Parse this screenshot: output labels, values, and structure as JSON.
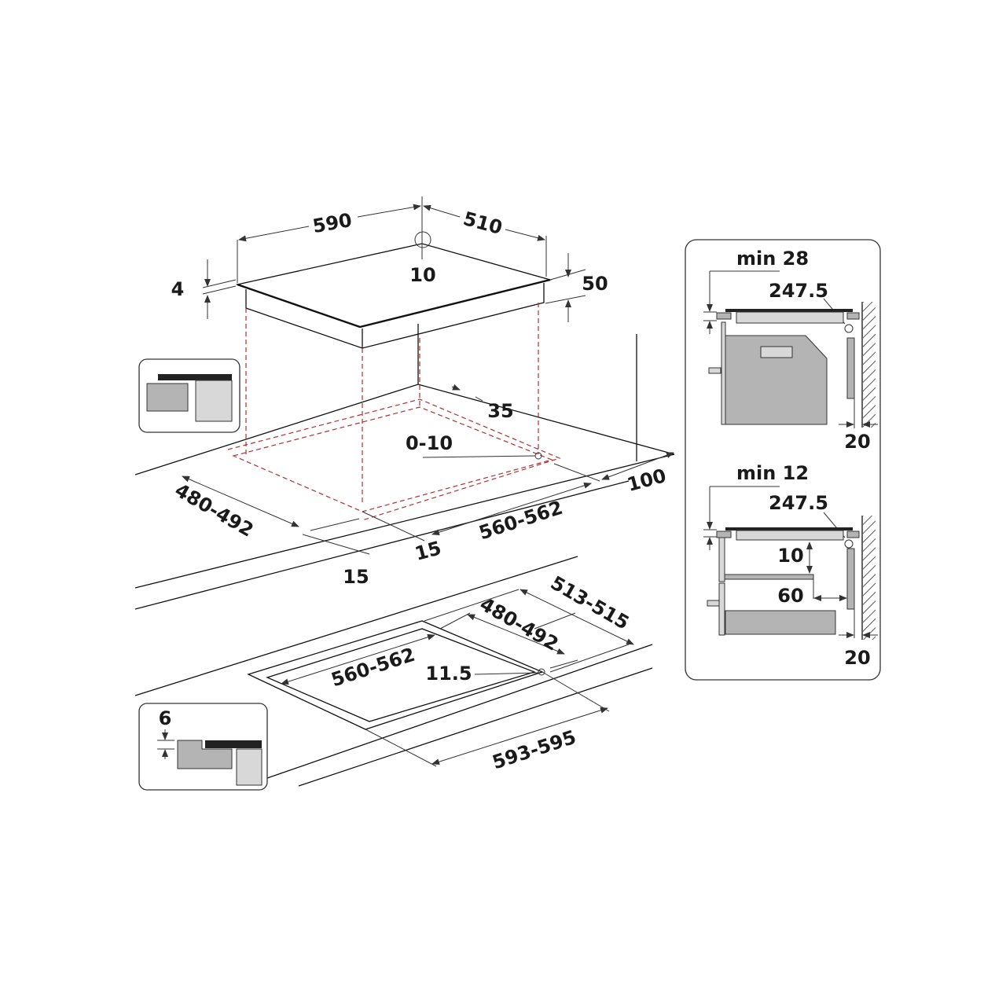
{
  "hob_view": {
    "width": "590",
    "depth": "510",
    "corner_detail": "10",
    "glass_thickness": "4",
    "height": "50"
  },
  "cutout_view": {
    "rear_clearance": "35",
    "corner_radius": "0-10",
    "cutout_depth": "480-492",
    "cutout_width": "560-562",
    "side_distance": "100",
    "front_margin_a": "15",
    "front_margin_b": "15"
  },
  "flush_view": {
    "rebate_depth": "513-515",
    "cutout_depth": "480-492",
    "cutout_width": "560-562",
    "corner_radius": "11.5",
    "rebate_width": "593-595",
    "rebate_height": "6"
  },
  "side_panel": {
    "oven": {
      "min_label": "min 28",
      "depth": "247.5",
      "wall_gap": "20"
    },
    "drawer": {
      "min_label": "min 12",
      "depth": "247.5",
      "gap_vertical": "10",
      "gap_horizontal": "60",
      "wall_gap": "20"
    }
  }
}
